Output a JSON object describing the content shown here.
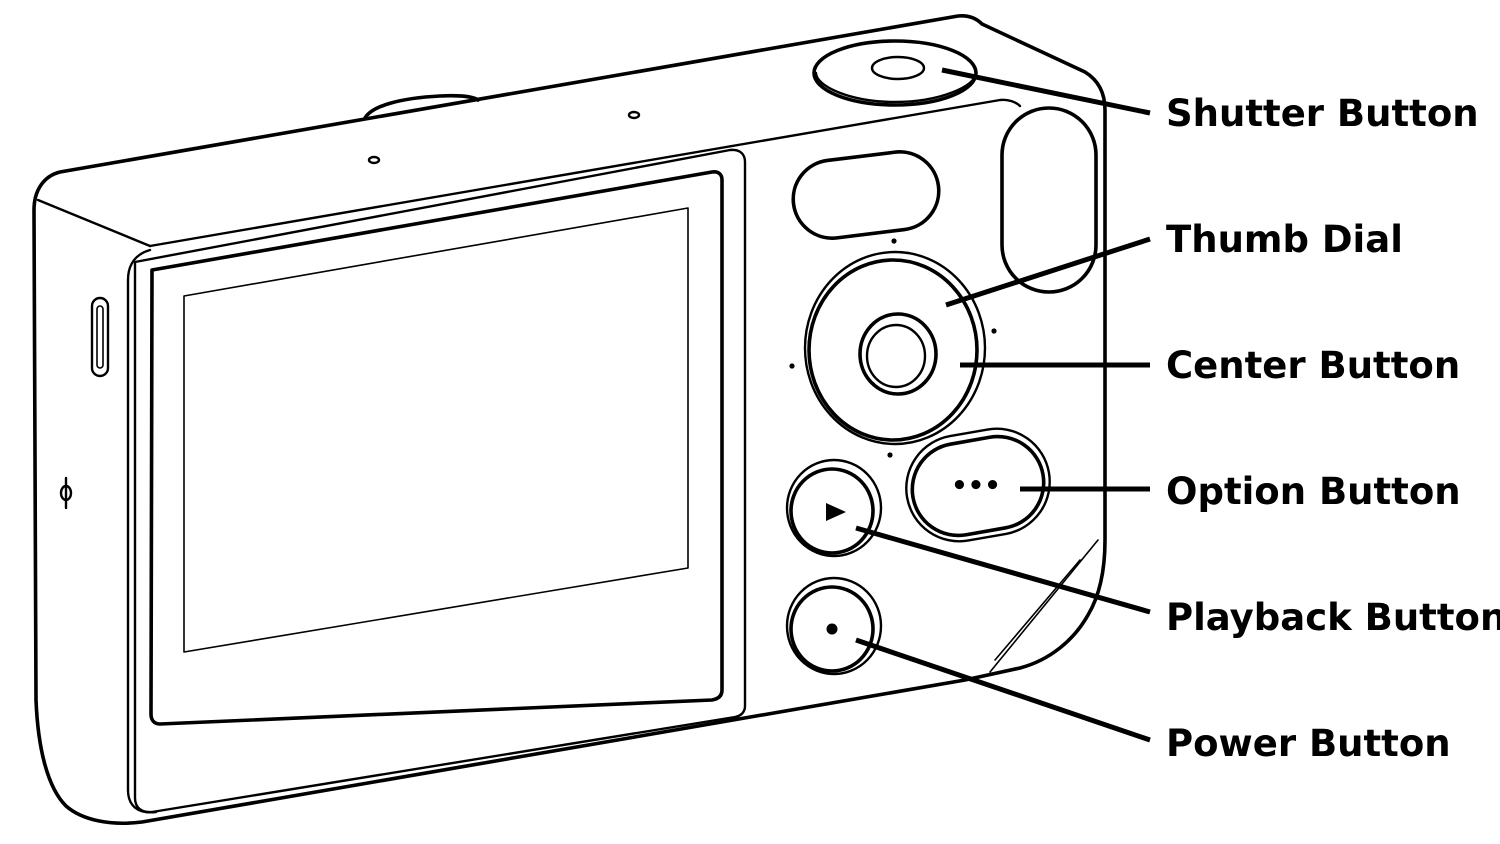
{
  "callouts": [
    {
      "id": "shutter",
      "label": "Shutter Button"
    },
    {
      "id": "thumb-dial",
      "label": "Thumb Dial"
    },
    {
      "id": "center",
      "label": "Center Button"
    },
    {
      "id": "option",
      "label": "Option Button"
    },
    {
      "id": "playback",
      "label": "Playback Button"
    },
    {
      "id": "power",
      "label": "Power Button"
    }
  ],
  "option_glyph": "•••",
  "colors": {
    "line": "#000000",
    "background": "#ffffff"
  }
}
